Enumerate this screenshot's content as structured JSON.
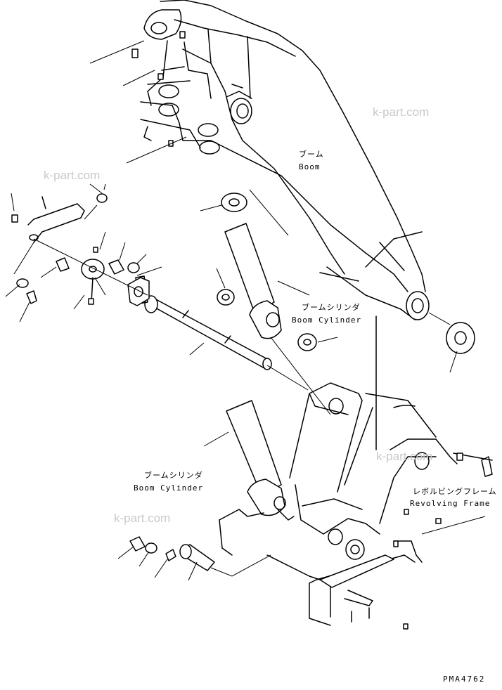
{
  "watermarks": [
    "k-part.com",
    "k-part.com",
    "k-part.com",
    "k-part.com"
  ],
  "labels": {
    "boom_jp": "ブーム",
    "boom_en": "Boom",
    "boom_cylinder_upper_jp": "ブームシリンダ",
    "boom_cylinder_upper_en": "Boom Cylinder",
    "boom_cylinder_lower_jp": "ブームシリンダ",
    "boom_cylinder_lower_en": "Boom Cylinder",
    "revolving_frame_jp": "レボルビングフレーム",
    "revolving_frame_en": "Revolving Frame"
  },
  "drawing_code": "PMA4762"
}
